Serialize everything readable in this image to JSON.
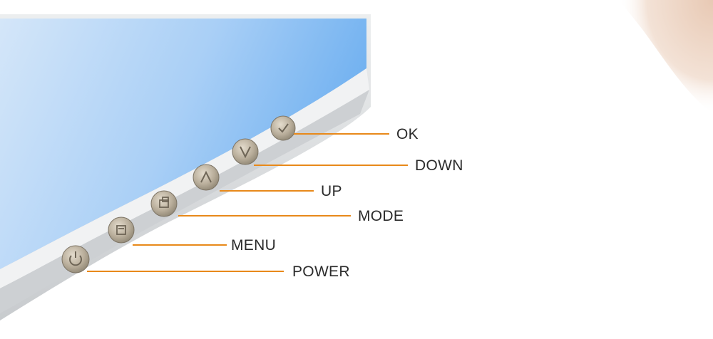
{
  "callouts": [
    {
      "id": "ok",
      "label": "OK"
    },
    {
      "id": "down",
      "label": "DOWN"
    },
    {
      "id": "up",
      "label": "UP"
    },
    {
      "id": "mode",
      "label": "MODE"
    },
    {
      "id": "menu",
      "label": "MENU"
    },
    {
      "id": "power",
      "label": "POWER"
    }
  ],
  "colors": {
    "leader_line": "#e8891a",
    "screen_light": "#cfe3f8",
    "screen_dark": "#78b6f2",
    "bezel": "#d7d9dc",
    "button": "#b8ad9a"
  },
  "icons": [
    "power-icon",
    "menu-icon",
    "mode-icon",
    "up-icon",
    "down-icon",
    "ok-icon"
  ]
}
